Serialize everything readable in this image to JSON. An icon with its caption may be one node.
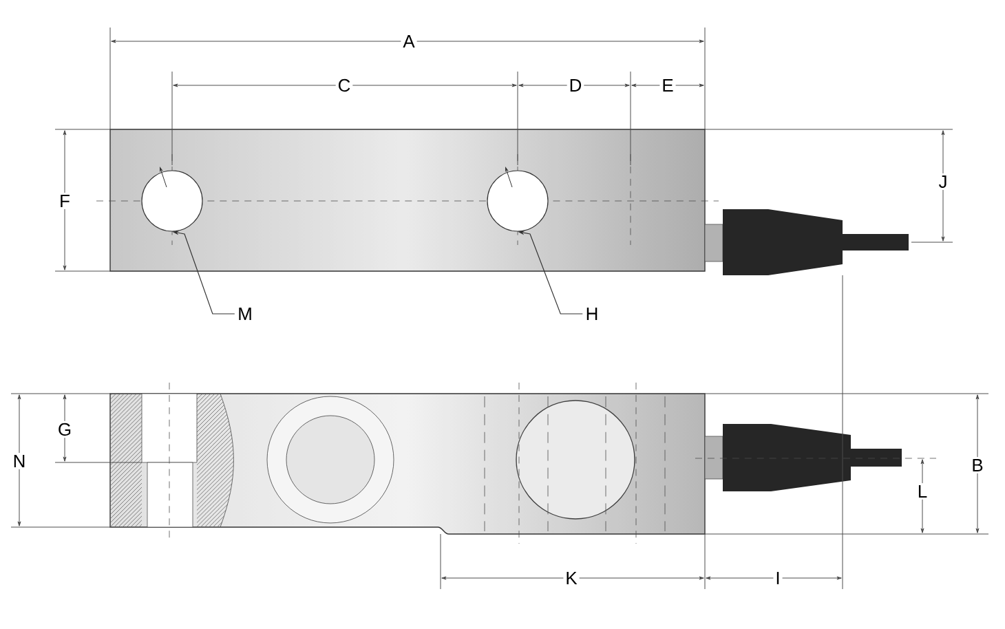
{
  "diagram": {
    "nodes": [
      {
        "text": [
          "M"
        ]
      },
      {
        "text": [],
        "shape": "circle"
      },
      {
        "text": [
          "H"
        ]
      },
      {
        "text": [],
        "shape": "circle"
      }
    ],
    "edges": [
      {
        "from": 0,
        "to": 1,
        "arrow": "to"
      },
      {
        "from": 2,
        "to": 3,
        "arrow": "to"
      }
    ],
    "labels": [
      "A",
      "C",
      "D",
      "E",
      "F",
      "J",
      "G",
      "N",
      "B",
      "L",
      "K",
      "I"
    ]
  }
}
